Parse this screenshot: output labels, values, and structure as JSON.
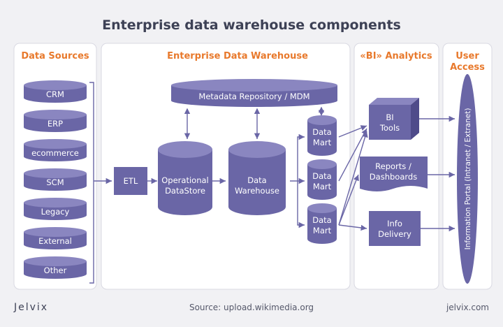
{
  "title": "Enterprise data warehouse components",
  "sections": {
    "sources": "Data Sources",
    "edw": "Enterprise Data Warehouse",
    "bi": "«BI» Analytics",
    "access_line1": "User",
    "access_line2": "Access"
  },
  "sources": [
    "CRM",
    "ERP",
    "ecommerce",
    "SCM",
    "Legacy",
    "External",
    "Other"
  ],
  "nodes": {
    "etl": "ETL",
    "metadata": "Metadata Repository / MDM",
    "ods_line1": "Operational",
    "ods_line2": "DataStore",
    "dw_line1": "Data",
    "dw_line2": "Warehouse",
    "mart_line1": "Data",
    "mart_line2": "Mart",
    "bi_tools_line1": "BI",
    "bi_tools_line2": "Tools",
    "reports_line1": "Reports /",
    "reports_line2": "Dashboards",
    "info_line1": "Info",
    "info_line2": "Delivery",
    "portal": "Information Portal (Intranet / Extranet)"
  },
  "footer": {
    "logo": "Jelvix",
    "source": "Source: upload.wikimedia.org",
    "site": "jelvix.com"
  },
  "colors": {
    "accent": "#e8792c",
    "node": "#6a66a6",
    "node_top": "#8a86c0",
    "title": "#3d4155"
  }
}
